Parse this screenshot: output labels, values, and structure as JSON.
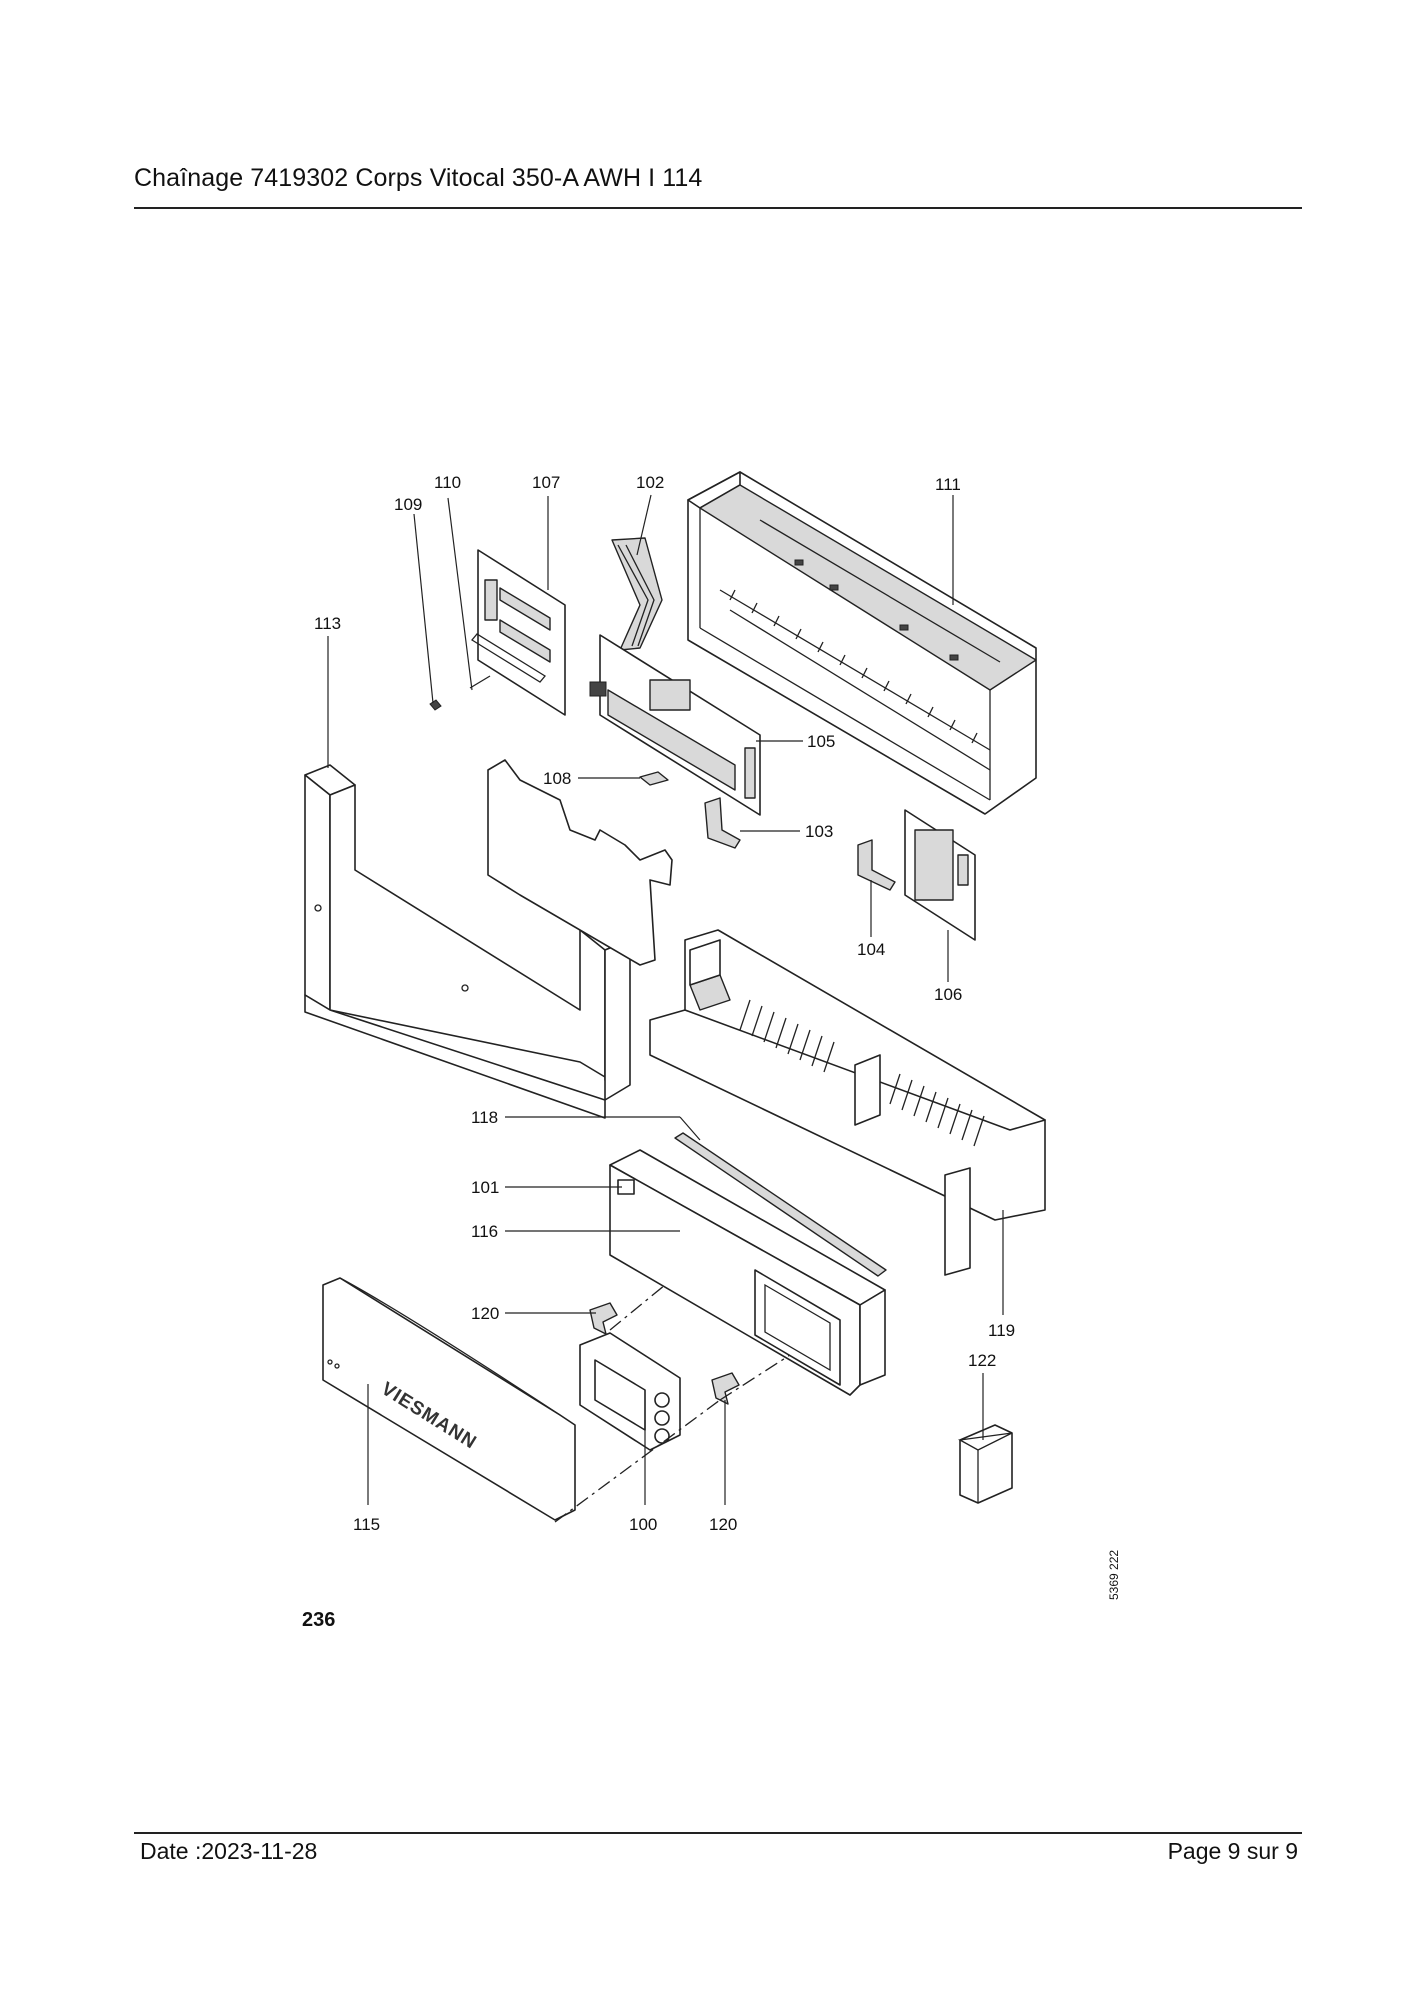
{
  "header": {
    "title": "Chaînage 7419302 Corps Vitocal 350-A AWH I 114"
  },
  "diagram": {
    "callouts": {
      "c100": "100",
      "c101": "101",
      "c102": "102",
      "c103": "103",
      "c104": "104",
      "c105": "105",
      "c106": "106",
      "c107": "107",
      "c108": "108",
      "c109": "109",
      "c110": "110",
      "c111": "111",
      "c113": "113",
      "c115": "115",
      "c116": "116",
      "c118": "118",
      "c119": "119",
      "c120a": "120",
      "c120b": "120",
      "c122": "122"
    },
    "brand_logo": "VIESMANN",
    "figure_number": "236",
    "drawing_code": "5369 222"
  },
  "footer": {
    "date": "Date :2023-11-28",
    "page": "Page 9 sur  9"
  }
}
